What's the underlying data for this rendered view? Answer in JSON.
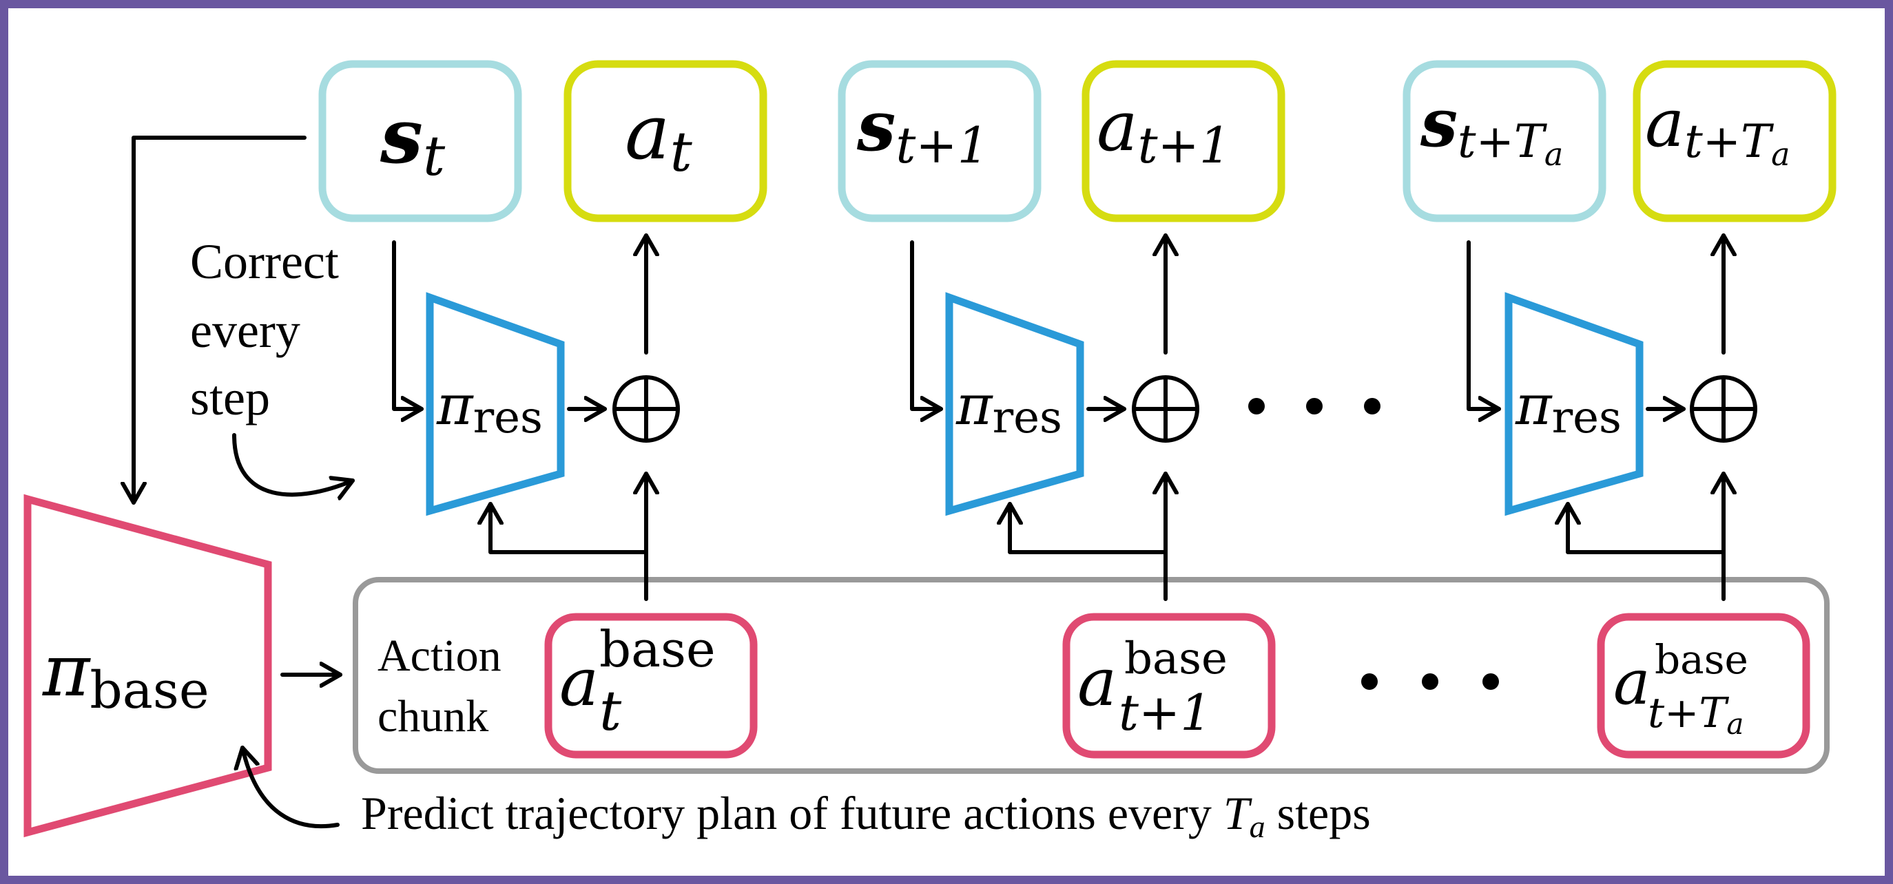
{
  "colors": {
    "frame": "#6a57a0",
    "state_box": "#a6dce0",
    "action_box": "#d6dc10",
    "base_action_box": "#e04a72",
    "residual_policy": "#2a9ad8",
    "base_policy": "#e04a72",
    "chunk_box": "#999999"
  },
  "icons": {
    "adder": "circled-plus-icon",
    "ellipsis": "ellipsis-dots-icon"
  },
  "steps": [
    {
      "state": {
        "base": "s",
        "sub": "t"
      },
      "action": {
        "base": "a",
        "sub": "t"
      },
      "base_action": {
        "base": "a",
        "sup": "base",
        "sub": "t"
      },
      "residual_policy": {
        "symbol": "π",
        "sub": "res"
      }
    },
    {
      "state": {
        "base": "s",
        "sub": "t+1"
      },
      "action": {
        "base": "a",
        "sub": "t+1"
      },
      "base_action": {
        "base": "a",
        "sup": "base",
        "sub": "t+1"
      },
      "residual_policy": {
        "symbol": "π",
        "sub": "res"
      }
    },
    {
      "state": {
        "base": "s",
        "sub": "t+T",
        "subsub": "a"
      },
      "action": {
        "base": "a",
        "sub": "t+T",
        "subsub": "a"
      },
      "base_action": {
        "base": "a",
        "sup": "base",
        "sub": "t+T",
        "subsub": "a"
      },
      "residual_policy": {
        "symbol": "π",
        "sub": "res"
      }
    }
  ],
  "base_policy": {
    "symbol": "π",
    "sub": "base"
  },
  "labels": {
    "correct_line1": "Correct",
    "correct_line2": "every",
    "correct_line3": "step",
    "chunk_line1": "Action",
    "chunk_line2": "chunk",
    "predict_text": "Predict trajectory plan of future actions every",
    "predict_var": "T",
    "predict_var_sub": "a",
    "predict_tail": "steps"
  }
}
